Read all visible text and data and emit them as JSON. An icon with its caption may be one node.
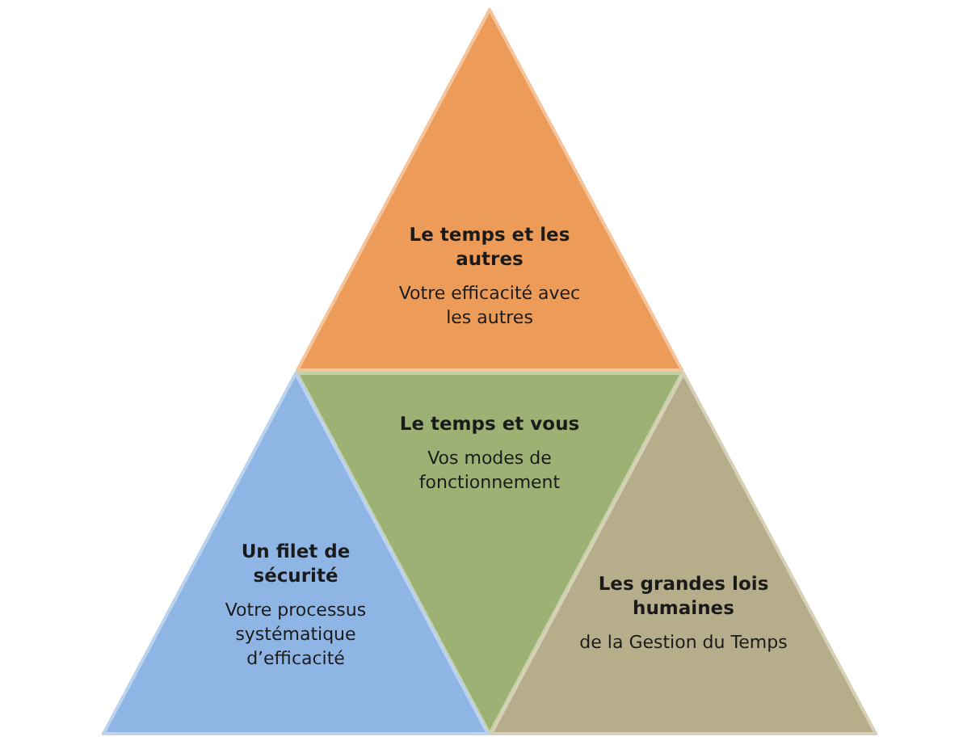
{
  "diagram": {
    "nodes": [
      {
        "text": [
          "Le temps et les autres",
          "Votre efficacité avec les autres"
        ]
      },
      {
        "text": [
          "Le temps et vous",
          "Vos modes de fonctionnement"
        ]
      },
      {
        "text": [
          "Un filet de sécurité",
          "Votre processus systématique d’efficacité"
        ]
      },
      {
        "text": [
          "Les grandes lois humaines",
          "de la Gestion du Temps"
        ]
      }
    ]
  }
}
